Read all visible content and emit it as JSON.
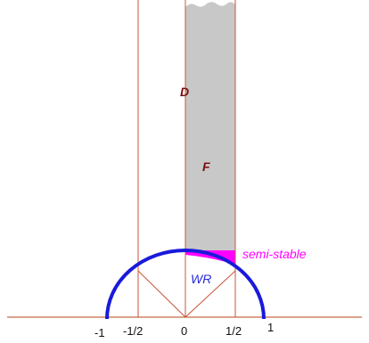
{
  "labels": {
    "region_d": "D",
    "region_f": "F",
    "region_wr": "WR",
    "semi_stable": "semi-stable"
  },
  "ticks": {
    "neg_one": "-1",
    "neg_half": "-1/2",
    "zero": "0",
    "half": "1/2",
    "one": "1"
  },
  "colors": {
    "axis": "#b5451b",
    "guides": "#c8553a",
    "strip": "#c8c8c8",
    "semi_stable": "#ff00ff",
    "arc": "#1a1adb",
    "label_dark": "#7a1010",
    "label_wr": "#2a2ad8"
  }
}
